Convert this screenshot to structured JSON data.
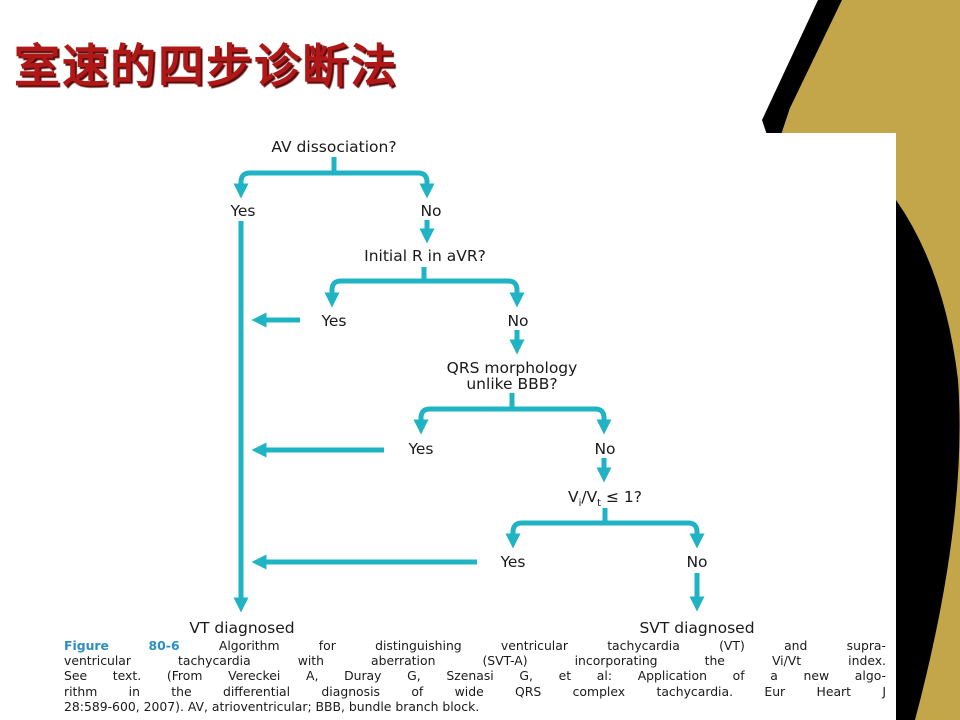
{
  "slide": {
    "title": "室速的四步诊断法"
  },
  "colors": {
    "title": "#b01818",
    "arrow": "#1fb3c4",
    "gold": "#c4a64a",
    "black": "#000000",
    "caption_label": "#2c8fbf"
  },
  "flowchart": {
    "q1": "AV dissociation?",
    "q1_yes": "Yes",
    "q1_no": "No",
    "q2": "Initial R in aVR?",
    "q2_yes": "Yes",
    "q2_no": "No",
    "q3_line1": "QRS morphology",
    "q3_line2": "unlike BBB?",
    "q3_yes": "Yes",
    "q3_no": "No",
    "q4_v": "V",
    "q4_sub_i": "i",
    "q4_slash": "/V",
    "q4_sub_t": "t",
    "q4_rest": " ≤ 1?",
    "q4_yes": "Yes",
    "q4_no": "No",
    "vt_result": "VT diagnosed",
    "svt_result": "SVT diagnosed"
  },
  "caption": {
    "label": "Figure 80-6",
    "line1": "Algorithm for distinguishing ventricular tachycardia (VT) and supra-",
    "line2": "ventricular tachycardia with aberration (SVT-A) incorporating the Vi/Vt index.",
    "line3": "See text. (From Vereckei A, Duray G, Szenasi G, et al: Application of a new algo-",
    "line4": "rithm in the differential diagnosis of wide QRS complex tachycardia. Eur Heart J",
    "line5": "28:589-600, 2007). AV, atrioventricular; BBB, bundle branch block."
  }
}
